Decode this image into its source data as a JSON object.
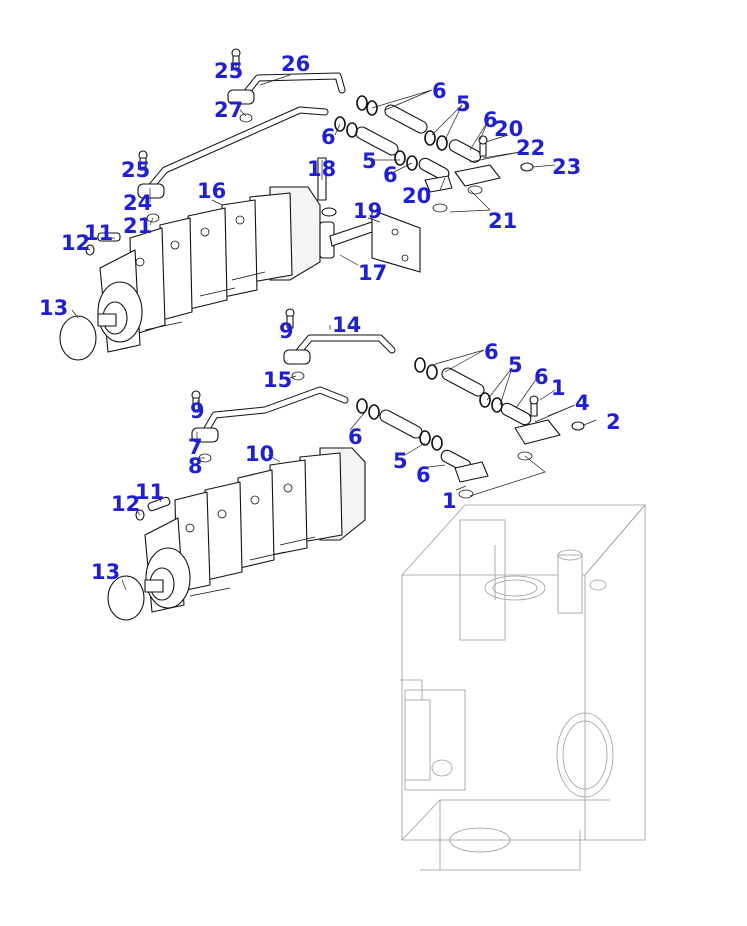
{
  "callouts": [
    {
      "id": "c26",
      "label": "26"
    },
    {
      "id": "c25a",
      "label": "25"
    },
    {
      "id": "c27",
      "label": "27"
    },
    {
      "id": "c6a",
      "label": "6"
    },
    {
      "id": "c5a",
      "label": "5"
    },
    {
      "id": "c6b",
      "label": "6"
    },
    {
      "id": "c20a",
      "label": "20"
    },
    {
      "id": "c6c",
      "label": "6"
    },
    {
      "id": "c22",
      "label": "22"
    },
    {
      "id": "c23",
      "label": "23"
    },
    {
      "id": "c18",
      "label": "18"
    },
    {
      "id": "c5b",
      "label": "5"
    },
    {
      "id": "c6d",
      "label": "6"
    },
    {
      "id": "c25b",
      "label": "25"
    },
    {
      "id": "c16",
      "label": "16"
    },
    {
      "id": "c20b",
      "label": "20"
    },
    {
      "id": "c24",
      "label": "24"
    },
    {
      "id": "c19",
      "label": "19"
    },
    {
      "id": "c21a",
      "label": "21"
    },
    {
      "id": "c21b",
      "label": "21"
    },
    {
      "id": "c11a",
      "label": "11"
    },
    {
      "id": "c12a",
      "label": "12"
    },
    {
      "id": "c17",
      "label": "17"
    },
    {
      "id": "c13a",
      "label": "13"
    },
    {
      "id": "c14",
      "label": "14"
    },
    {
      "id": "c9a",
      "label": "9"
    },
    {
      "id": "c6e",
      "label": "6"
    },
    {
      "id": "c5c",
      "label": "5"
    },
    {
      "id": "c6f",
      "label": "6"
    },
    {
      "id": "c1a",
      "label": "1"
    },
    {
      "id": "c15",
      "label": "15"
    },
    {
      "id": "c4",
      "label": "4"
    },
    {
      "id": "c2",
      "label": "2"
    },
    {
      "id": "c9b",
      "label": "9"
    },
    {
      "id": "c6g",
      "label": "6"
    },
    {
      "id": "c7",
      "label": "7"
    },
    {
      "id": "c8",
      "label": "8"
    },
    {
      "id": "c10",
      "label": "10"
    },
    {
      "id": "c5d",
      "label": "5"
    },
    {
      "id": "c6h",
      "label": "6"
    },
    {
      "id": "c11b",
      "label": "11"
    },
    {
      "id": "c1b",
      "label": "1"
    },
    {
      "id": "c12b",
      "label": "12"
    },
    {
      "id": "c13b",
      "label": "13"
    }
  ],
  "colors": {
    "callout": "#1f1fd6",
    "line": "#111111",
    "housing": "#9a9a9a"
  }
}
